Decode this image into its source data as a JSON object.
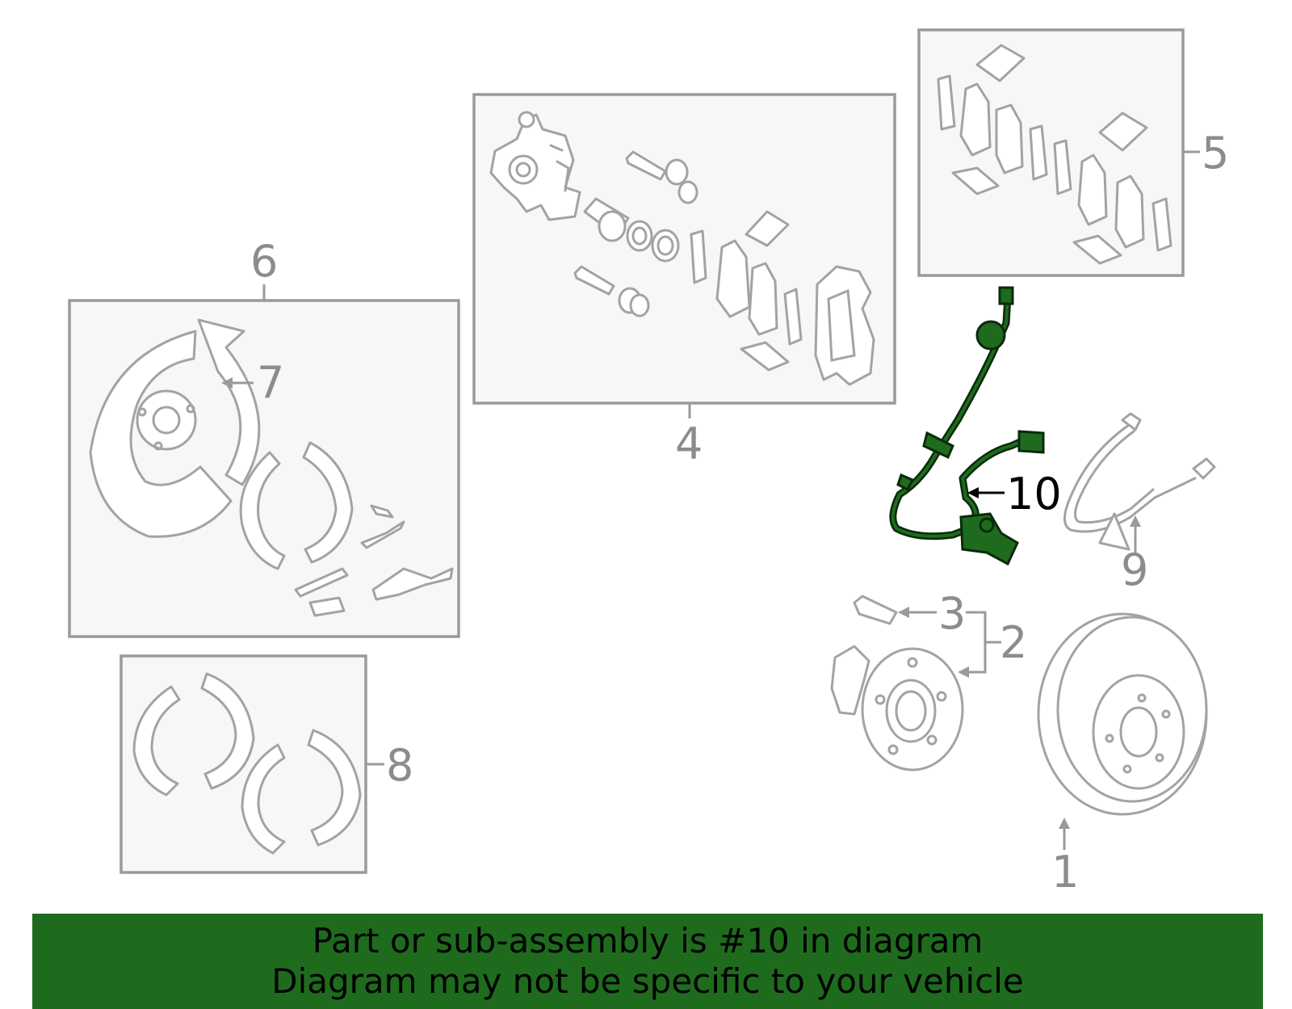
{
  "colors": {
    "highlight": "#1e6b1e",
    "highlight_outline": "#0a2a0a",
    "line_art": "#a3a3a3",
    "box_fill": "#f7f7f7",
    "callout_text": "#8c8c8c"
  },
  "callouts": {
    "c1": "1",
    "c2": "2",
    "c3": "3",
    "c4": "4",
    "c5": "5",
    "c6": "6",
    "c7": "7",
    "c8": "8",
    "c9": "9",
    "c10": "10"
  },
  "highlighted_part": "10",
  "banner": {
    "line1": "Part or sub-assembly is #10 in diagram",
    "line2": "Diagram may not be specific to your vehicle"
  }
}
